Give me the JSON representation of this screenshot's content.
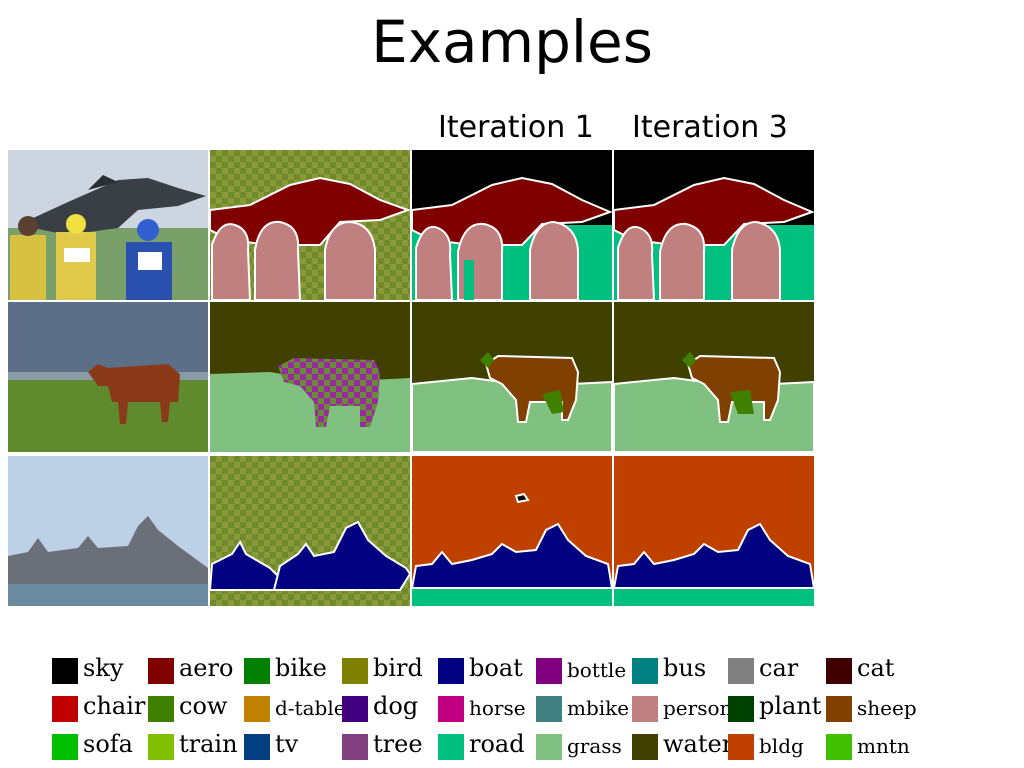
{
  "title": "Examples",
  "column_headers": [
    "Iteration 1",
    "Iteration 3"
  ],
  "frame_colors": {
    "blue": "#0a0ae6",
    "red": "#e61010"
  },
  "rows": [
    {
      "id": "aeroplane",
      "iter1_frame": "blue",
      "iter3_frame": "blue"
    },
    {
      "id": "cow",
      "iter1_frame": "red",
      "iter3_frame": "red"
    },
    {
      "id": "ships",
      "iter1_frame": "red",
      "iter3_frame": "red"
    }
  ],
  "legend": [
    [
      {
        "label": "sky",
        "color": "#000000"
      },
      {
        "label": "aero",
        "color": "#800000"
      },
      {
        "label": "bike",
        "color": "#008000"
      },
      {
        "label": "bird",
        "color": "#808000"
      },
      {
        "label": "boat",
        "color": "#000080"
      },
      {
        "label": "bottle",
        "color": "#800080"
      },
      {
        "label": "bus",
        "color": "#008080"
      },
      {
        "label": "car",
        "color": "#808080"
      },
      {
        "label": "cat",
        "color": "#400000"
      }
    ],
    [
      {
        "label": "chair",
        "color": "#c00000"
      },
      {
        "label": "cow",
        "color": "#408000"
      },
      {
        "label": "d-table",
        "color": "#c08000"
      },
      {
        "label": "dog",
        "color": "#400080"
      },
      {
        "label": "horse",
        "color": "#c00080"
      },
      {
        "label": "mbike",
        "color": "#408080"
      },
      {
        "label": "person",
        "color": "#c08080"
      },
      {
        "label": "plant",
        "color": "#004000"
      },
      {
        "label": "sheep",
        "color": "#804000"
      }
    ],
    [
      {
        "label": "sofa",
        "color": "#00c000"
      },
      {
        "label": "train",
        "color": "#80c000"
      },
      {
        "label": "tv",
        "color": "#004080"
      },
      {
        "label": "tree",
        "color": "#804080"
      },
      {
        "label": "road",
        "color": "#00c080"
      },
      {
        "label": "grass",
        "color": "#80c080"
      },
      {
        "label": "water",
        "color": "#404000"
      },
      {
        "label": "bldg",
        "color": "#c04000"
      },
      {
        "label": "mntn",
        "color": "#40c000"
      }
    ]
  ]
}
